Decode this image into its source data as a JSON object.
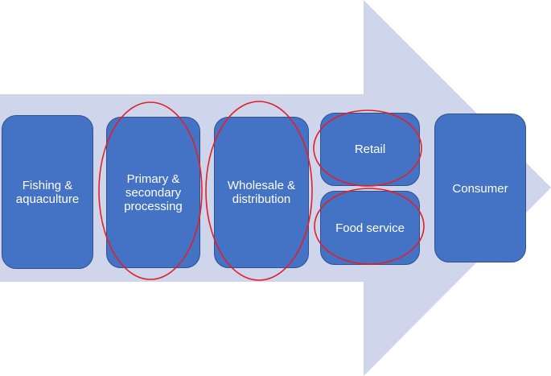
{
  "colors": {
    "arrow_fill": "#CFD5EA",
    "box_fill": "#4472C4",
    "box_border": "#2F528F",
    "box_text": "#FFFFFF",
    "highlight_ellipse": "#E0202A"
  },
  "stages": {
    "fishing": "Fishing &\naquaculture",
    "processing": "Primary &\nsecondary\nprocessing",
    "wholesale": "Wholesale &\ndistribution",
    "retail": "Retail",
    "food_service": "Food service",
    "consumer": "Consumer"
  }
}
